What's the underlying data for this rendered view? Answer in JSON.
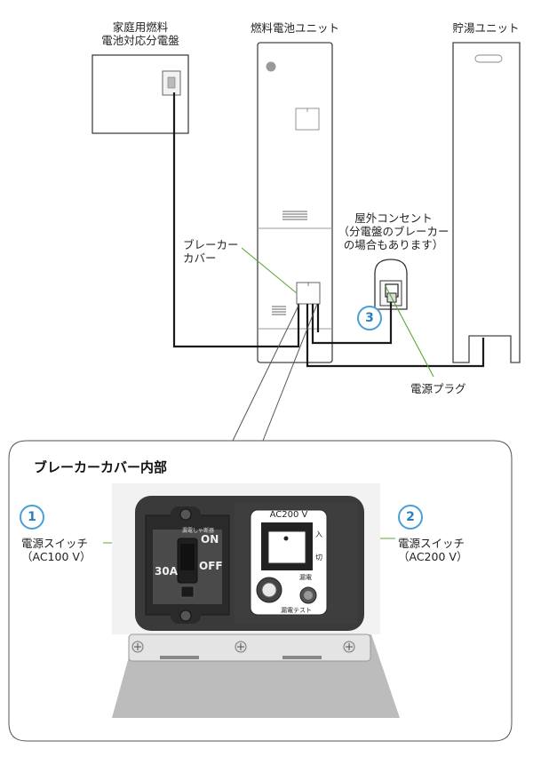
{
  "labels": {
    "distribution_board": [
      "家庭用燃料",
      "電池対応分電盤"
    ],
    "fuel_cell_unit": "燃料電池ユニット",
    "hot_water_unit": "貯湯ユニット",
    "outdoor_outlet": [
      "屋外コンセント",
      "（分電盤のブレーカー",
      "の場合もあります）"
    ],
    "breaker_cover": [
      "ブレーカー",
      "カバー"
    ],
    "power_plug": "電源プラグ"
  },
  "inset": {
    "title": "ブレーカーカバー内部",
    "left_switch": {
      "number": "1",
      "label": [
        "電源スイッチ",
        "（AC100 V）"
      ]
    },
    "right_switch": {
      "number": "2",
      "label": [
        "電源スイッチ",
        "（AC200 V）"
      ]
    },
    "breaker_face": {
      "top_text": "漏電しゃ断器",
      "on": "ON",
      "off": "OFF",
      "rating": "30A"
    },
    "ac200_panel": {
      "header": "AC200 V",
      "on_mark": "入",
      "off_mark": "切",
      "leak": "漏電",
      "leak_test": "漏電テスト"
    }
  },
  "callouts": {
    "outlet_number": "3"
  },
  "colors": {
    "leader": "#5aa832",
    "badge": "#4a9fd8",
    "cable": "#1a1a1a",
    "panel": "#3a3a3a"
  }
}
